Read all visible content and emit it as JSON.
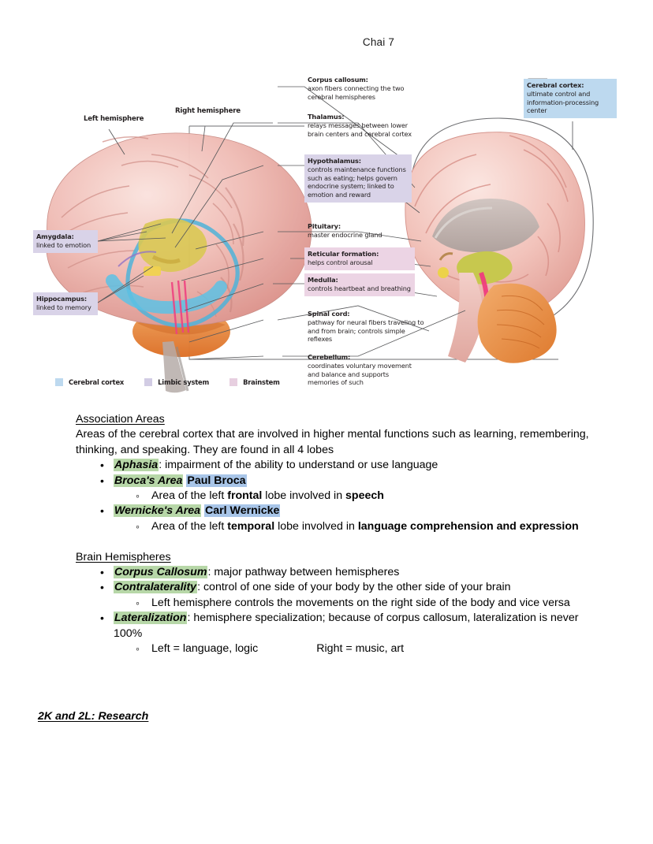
{
  "header": {
    "title": "Chai 7"
  },
  "figure": {
    "hemisphere_labels": [
      {
        "text": "Left hemisphere"
      },
      {
        "text": "Right hemisphere"
      }
    ],
    "callouts": [
      {
        "id": "corpus-callosum",
        "title": "Corpus callosum:",
        "body": "axon fibers connecting the two cerebral hemispheres",
        "group": "none"
      },
      {
        "id": "thalamus",
        "title": "Thalamus:",
        "body": "relays messages between lower brain centers and cerebral cortex",
        "group": "none"
      },
      {
        "id": "hypothalamus",
        "title": "Hypothalamus:",
        "body": "controls maintenance functions such as eating; helps govern endocrine system; linked to emotion and reward",
        "group": "limbic"
      },
      {
        "id": "pituitary",
        "title": "Pituitary:",
        "body": "master endocrine gland",
        "group": "none"
      },
      {
        "id": "reticular-formation",
        "title": "Reticular formation:",
        "body": "helps control arousal",
        "group": "brainstem"
      },
      {
        "id": "medulla",
        "title": "Medulla:",
        "body": "controls heartbeat and breathing",
        "group": "brainstem"
      },
      {
        "id": "spinal-cord",
        "title": "Spinal cord:",
        "body": "pathway for neural fibers traveling to and from brain; controls simple reflexes",
        "group": "none"
      },
      {
        "id": "cerebellum",
        "title": "Cerebellum:",
        "body": "coordinates voluntary movement and balance and supports memories of such",
        "group": "none"
      },
      {
        "id": "amygdala",
        "title": "Amygdala:",
        "body": "linked to emotion",
        "group": "limbic"
      },
      {
        "id": "hippocampus",
        "title": "Hippocampus:",
        "body": "linked to memory",
        "group": "limbic"
      },
      {
        "id": "cerebral-cortex",
        "title": "Cerebral cortex:",
        "body": "ultimate control and information-processing center",
        "group": "cortex"
      }
    ],
    "legend": [
      {
        "label": "Cerebral cortex",
        "color": "#bdd9ef"
      },
      {
        "label": "Limbic system",
        "color": "#d2cce4"
      },
      {
        "label": "Brainstem",
        "color": "#e7cfe0"
      }
    ],
    "colors": {
      "limbic_bg": "#d9d3e8",
      "brainstem_bg": "#ecd4e4",
      "cortex_bg": "#bdd9ef",
      "leader_line": "#58595b",
      "cortex_pink": "#eeb9b4",
      "cerebellum_orange": "#e8833a",
      "thalamus_yellow": "#d4c44a",
      "limbic_blue": "#58b4d8",
      "brainstem_pink": "#e8326e",
      "corpus_callosum_grey": "#b9b0ad"
    }
  },
  "notes": {
    "section1": {
      "heading": "Association Areas",
      "paragraph": "Areas of the cerebral cortex that are involved in higher mental functions such as learning, remembering, thinking, and speaking. They are found in all 4 lobes",
      "items": [
        {
          "term": "Aphasia",
          "rest": ": impairment of the ability to understand or use language"
        },
        {
          "term": "Broca's Area",
          "person": "Paul Broca",
          "sub": [
            {
              "pre": "Area of the left ",
              "bold1": "frontal",
              "mid": " lobe involved in ",
              "bold2": "speech"
            }
          ]
        },
        {
          "term": "Wernicke's Area",
          "person": "Carl Wernicke",
          "sub": [
            {
              "pre": "Area of the left ",
              "bold1": "temporal",
              "mid": " lobe involved in ",
              "bold2": "language comprehension and expression"
            }
          ]
        }
      ]
    },
    "section2": {
      "heading": "Brain Hemispheres",
      "items": [
        {
          "term": "Corpus Callosum",
          "rest": ": major pathway between hemispheres"
        },
        {
          "term": "Contralaterality",
          "rest": ": control of one side of your body by the other side of your brain",
          "sub": [
            {
              "text": "Left hemisphere controls the movements on the right side of the body and vice versa"
            }
          ]
        },
        {
          "term": "Lateralization",
          "rest": ": hemisphere specialization; because of corpus callosum, lateralization is never 100%",
          "sub": [
            {
              "left": "Left = language, logic",
              "right": "Right = music, art"
            }
          ]
        }
      ]
    },
    "footer_heading": "2K and 2L: Research"
  }
}
